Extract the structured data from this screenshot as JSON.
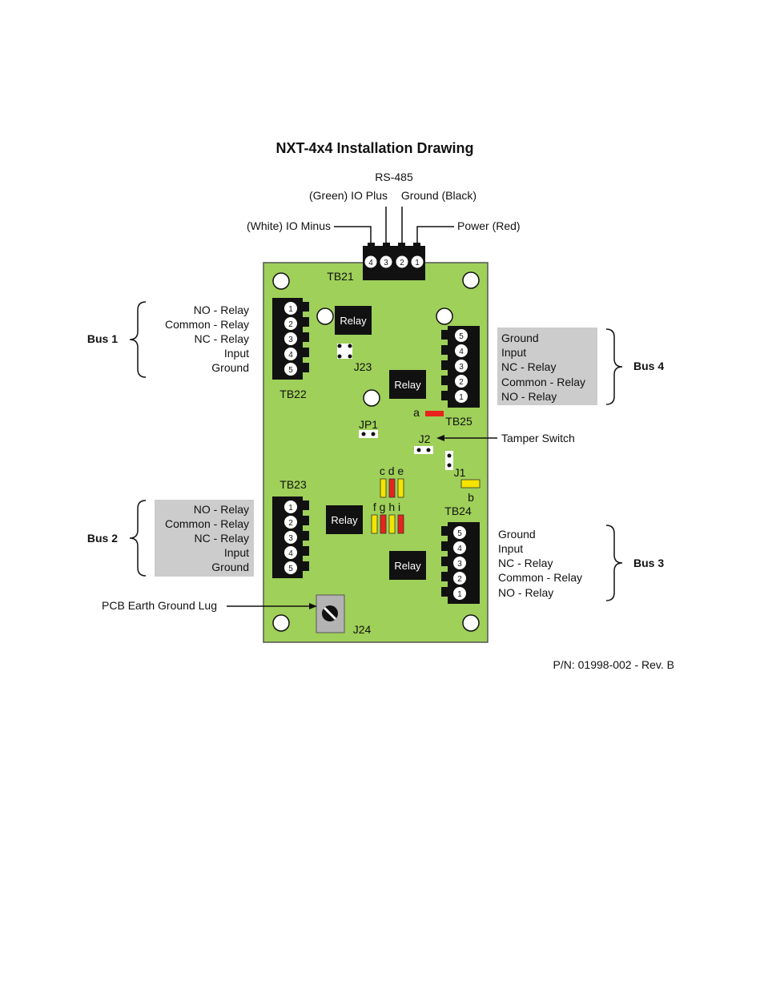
{
  "title": "NXT-4x4 Installation Drawing",
  "part_number": "P/N: 01998-002 - Rev. B",
  "tb21": {
    "label": "TB21",
    "header": "RS-485",
    "wires": [
      "(Green) IO Plus",
      "Ground (Black)",
      "(White) IO Minus",
      "Power (Red)"
    ],
    "pins": [
      "4",
      "3",
      "2",
      "1"
    ]
  },
  "bus1": {
    "label": "Bus 1",
    "block": "TB22",
    "pins": [
      "1",
      "2",
      "3",
      "4",
      "5"
    ],
    "terminals": [
      "NO - Relay",
      "Common - Relay",
      "NC - Relay",
      "Input",
      "Ground"
    ]
  },
  "bus2": {
    "label": "Bus 2",
    "block": "TB23",
    "pins": [
      "1",
      "2",
      "3",
      "4",
      "5"
    ],
    "terminals": [
      "NO - Relay",
      "Common - Relay",
      "NC - Relay",
      "Input",
      "Ground"
    ]
  },
  "bus3": {
    "label": "Bus 3",
    "block": "TB24",
    "pins": [
      "5",
      "4",
      "3",
      "2",
      "1"
    ],
    "terminals": [
      "Ground",
      "Input",
      "NC - Relay",
      "Common - Relay",
      "NO - Relay"
    ]
  },
  "bus4": {
    "label": "Bus 4",
    "block": "TB25",
    "pins": [
      "5",
      "4",
      "3",
      "2",
      "1"
    ],
    "terminals": [
      "Ground",
      "Input",
      "NC - Relay",
      "Common - Relay",
      "NO - Relay"
    ]
  },
  "relays": [
    "Relay",
    "Relay",
    "Relay",
    "Relay"
  ],
  "jumpers": {
    "j23": "J23",
    "jp1": "JP1",
    "j2": "J2",
    "j1": "J1",
    "j24": "J24"
  },
  "callouts": {
    "tamper": "Tamper Switch",
    "earth": "PCB Earth Ground Lug"
  },
  "leds": {
    "a": "a",
    "b": "b",
    "cde": "c d e",
    "fghi": "f g h i"
  },
  "colors": {
    "board": "#9fd05a",
    "board_border": "#555555",
    "terminal": "#111111",
    "gray_panel": "#cccccc",
    "led_red": "#e8231c",
    "led_yellow": "#f5e400",
    "lug": "#b3b3b3"
  }
}
